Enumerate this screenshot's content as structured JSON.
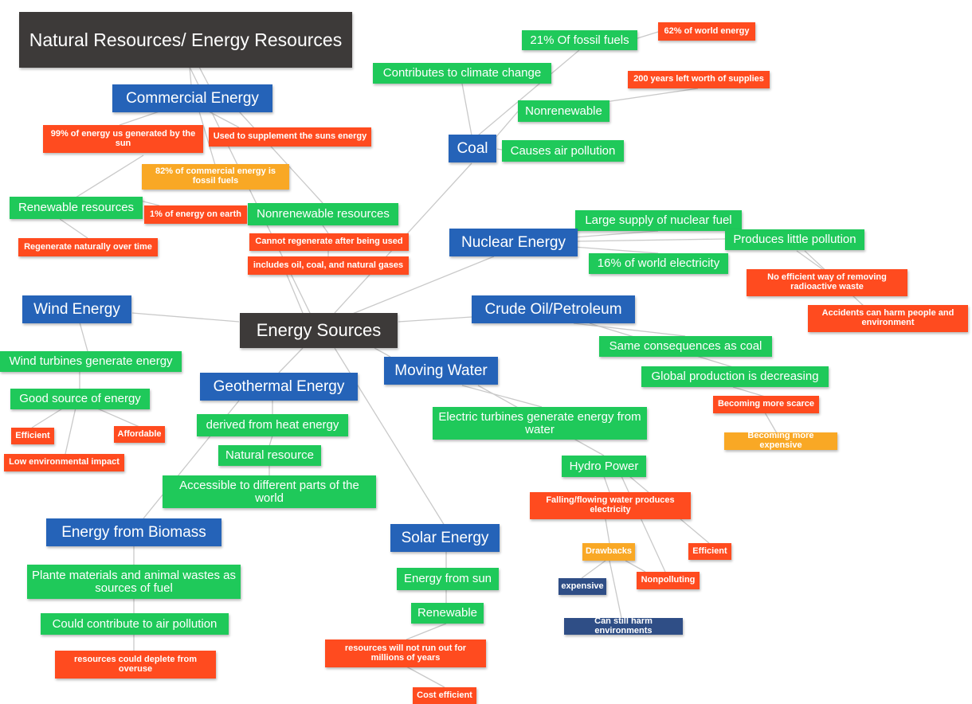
{
  "nodes": {
    "natural_resources": "Natural Resources/ Energy Resources",
    "commercial_energy": "Commercial Energy",
    "gen_by_sun": "99% of energy us generated by the sun",
    "supplement_sun": "Used to supplement the suns energy",
    "commercial_fossil": "82% of commercial energy is fossil fuels",
    "renewable_resources": "Renewable resources",
    "one_percent_earth": "1% of energy on earth",
    "nonrenewable_resources": "Nonrenewable resources",
    "regenerate_naturally": "Regenerate naturally over time",
    "cannot_regenerate": "Cannot regenerate after being used",
    "includes_oil": "includes oil, coal, and natural gases",
    "twentyone_fossil": "21% Of fossil fuels",
    "sixtytwo_world": "62% of world energy",
    "climate_change": "Contributes to climate change",
    "two_hundred_years": "200 years left worth of supplies",
    "coal_nonrenewable": "Nonrenewable",
    "coal": "Coal",
    "air_pollution": "Causes air pollution",
    "large_supply_nuclear": "Large supply of nuclear fuel",
    "nuclear_energy": "Nuclear Energy",
    "little_pollution": "Produces little pollution",
    "sixteen_world_elec": "16% of world electricity",
    "no_efficient_waste": "No efficient way of removing radioactive waste",
    "accidents_harm": "Accidents can harm people and environment",
    "wind_energy": "Wind Energy",
    "energy_sources": "Energy Sources",
    "crude_oil": "Crude Oil/Petroleum",
    "wind_turbines": "Wind turbines generate energy",
    "same_consequences": "Same consequences as coal",
    "good_source": "Good source of energy",
    "geothermal": "Geothermal Energy",
    "moving_water": "Moving Water",
    "global_production": "Global production is decreasing",
    "becoming_scarce": "Becoming more scarce",
    "efficient_wind": "Efficient",
    "affordable": "Affordable",
    "derived_heat": "derived from heat energy",
    "electric_turbines": "Electric turbines generate energy from water",
    "becoming_expensive": "Becoming more expensive",
    "low_env_impact": "Low environmental impact",
    "natural_resource": "Natural resource",
    "hydro_power": "Hydro Power",
    "accessible": "Accessible to different parts of the world",
    "falling_water": "Falling/flowing water produces electricity",
    "biomass": "Energy from Biomass",
    "solar_energy": "Solar Energy",
    "drawbacks": "Drawbacks",
    "efficient_hydro": "Efficient",
    "plant_materials": "Plante materials and animal wastes as sources of fuel",
    "energy_from_sun": "Energy from sun",
    "expensive": "expensive",
    "nonpolluting": "Nonpolluting",
    "biomass_air_pollution": "Could contribute to  air pollution",
    "solar_renewable": "Renewable",
    "harm_environments": "Can still harm environments",
    "deplete_overuse": "resources could deplete from overuse",
    "not_run_out": "resources will not run out for millions of years",
    "cost_efficient": "Cost efficient"
  },
  "colors": {
    "title": "#3d3a39",
    "topic": "#2563b8",
    "fact": "#1fc95a",
    "detail": "#ff4b1f",
    "highlight": "#f9a825",
    "subdetail": "#2f4e86",
    "connector": "#c9c9c9"
  }
}
